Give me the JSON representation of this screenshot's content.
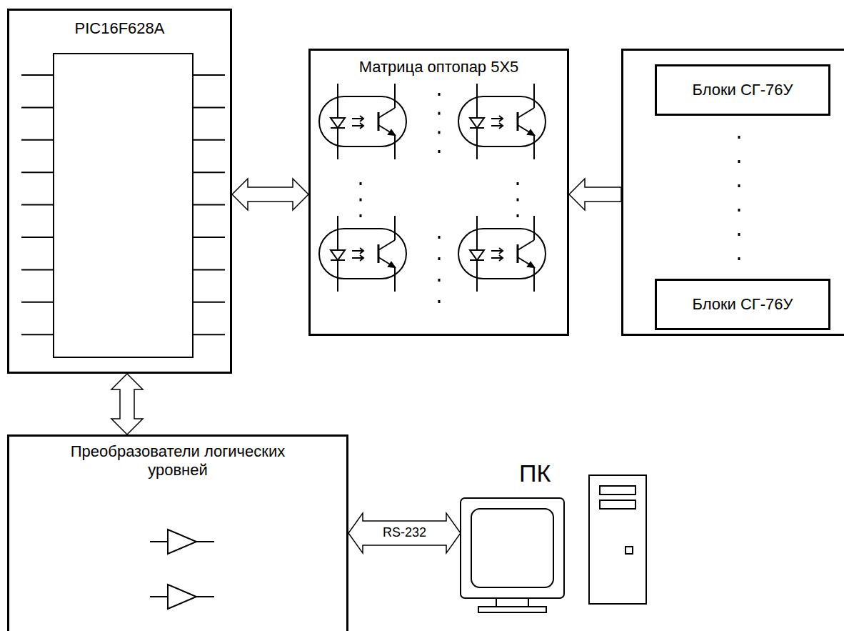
{
  "diagram": {
    "nodes": [
      {
        "text": [
          "PIC16F628A"
        ]
      },
      {
        "text": [
          "Матрица оптопар 5Х5"
        ]
      },
      {
        "text": []
      },
      {
        "text": [
          "Блоки СГ-76У"
        ],
        "in": 2
      },
      {
        "text": [
          "Блоки СГ-76У"
        ],
        "in": 2
      },
      {
        "text": [
          "Преобразователи логических уровней"
        ]
      },
      {
        "text": [
          "ПК"
        ]
      }
    ],
    "edges": [
      {
        "from": 0,
        "to": 1,
        "arrow": "both"
      },
      {
        "from": 2,
        "to": 1,
        "arrow": "to"
      },
      {
        "from": 0,
        "to": 5,
        "arrow": "both"
      },
      {
        "from": 5,
        "to": 6,
        "label": "RS-232",
        "arrow": "both"
      }
    ]
  }
}
